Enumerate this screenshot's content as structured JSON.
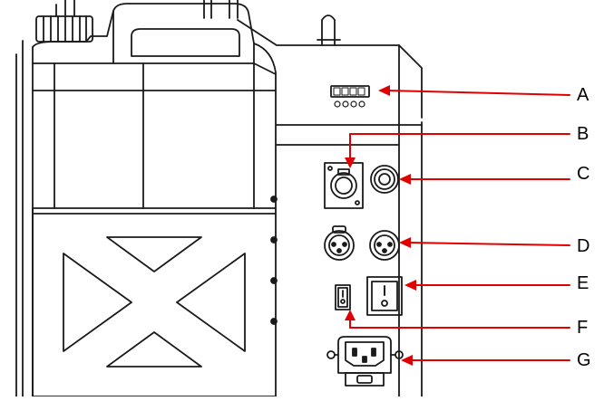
{
  "callouts": [
    {
      "letter": "A",
      "target": "dmx-display-and-buttons"
    },
    {
      "letter": "B",
      "target": "power-in-connector"
    },
    {
      "letter": "C",
      "target": "power-out-connector"
    },
    {
      "letter": "D",
      "target": "dmx-in-out-connectors"
    },
    {
      "letter": "E",
      "target": "power-switch"
    },
    {
      "letter": "F",
      "target": "fuse-switch"
    },
    {
      "letter": "G",
      "target": "iec-power-inlet"
    }
  ],
  "colors": {
    "line": "#1a1a1a",
    "arrow": "#e00000",
    "background": "#ffffff"
  }
}
